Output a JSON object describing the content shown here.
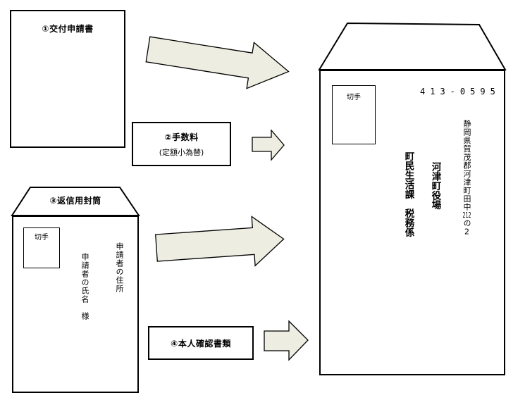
{
  "colors": {
    "background": "#ffffff",
    "outline": "#000000",
    "arrow_fill": "#edede1"
  },
  "items": {
    "application_form": {
      "label": "①交付申請書"
    },
    "fee": {
      "label": "②手数料",
      "note": "(定額小為替)"
    },
    "return_envelope": {
      "label": "③返信用封筒",
      "stamp_label": "切手",
      "applicant_address": "申請者の住所",
      "applicant_name": "申請者の氏名　様"
    },
    "identity_documents": {
      "label": "④本人確認書類"
    }
  },
  "mail_envelope": {
    "stamp_label": "切手",
    "postal_code": "413-0595",
    "address_line": "静岡県賀茂郡河津町田中",
    "address_number": "212",
    "address_suffix": "の2",
    "recipient_office": "河津町役場",
    "recipient_section": "町民生活課　税務係"
  }
}
